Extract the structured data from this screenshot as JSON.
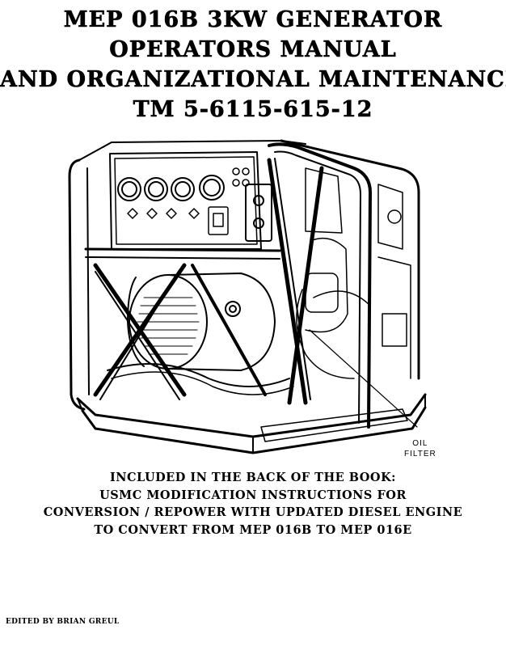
{
  "title": {
    "line1": "MEP 016B 3KW GENERATOR",
    "line2": "OPERATORS MANUAL",
    "line3": "AND ORGANIZATIONAL MAINTENANCE",
    "line4": "TM 5-6115-615-12"
  },
  "illustration": {
    "callout_line1": "OIL",
    "callout_line2": "FILTER"
  },
  "included": {
    "line1": "INCLUDED IN THE BACK OF THE BOOK:",
    "line2": "USMC MODIFICATION INSTRUCTIONS FOR",
    "line3": "CONVERSION / REPOWER WITH UPDATED DIESEL ENGINE",
    "line4": "TO CONVERT FROM MEP 016B TO MEP 016E"
  },
  "editor": "EDITED BY BRIAN GREUL"
}
